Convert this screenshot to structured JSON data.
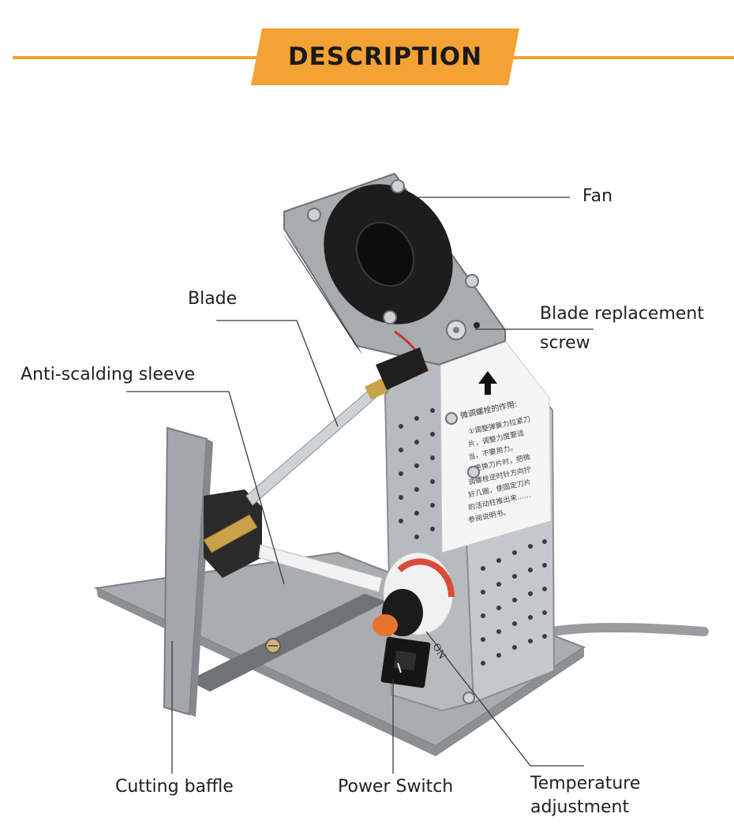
{
  "header": {
    "title": "DESCRIPTION",
    "accent_color": "#f4a233"
  },
  "labels": {
    "fan": "Fan",
    "blade": "Blade",
    "blade_replacement_line1": "Blade replacement",
    "blade_replacement_line2": "screw",
    "anti_scalding_sleeve": "Anti-scalding sleeve",
    "cutting_baffle": "Cutting baffle",
    "power_switch": "Power Switch",
    "temperature_line1": "Temperature",
    "temperature_line2": "adjustment"
  },
  "product_sticker": {
    "heading": "微调螺栓的作用:",
    "lines": [
      "①调整弹簧力拉紧刀",
      "片，调整力度要适",
      "当，不要用力。",
      "②更换刀片时，把微",
      "调螺栓逆时针方向拧",
      "好几圈，使固定刀片",
      "的活动柱推出来……",
      "参阅说明书。"
    ]
  },
  "dial_marking": "ON"
}
